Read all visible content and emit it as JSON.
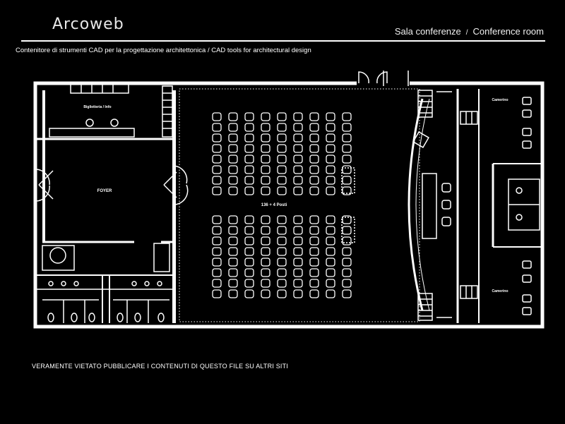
{
  "header": {
    "logo": "Arcoweb",
    "title_it": "Sala conferenze",
    "title_sep": "/",
    "title_en": "Conference room"
  },
  "subtitle": "Contenitore di strumenti CAD per la progettazione architettonica  /  CAD tools for architectural design",
  "plan": {
    "labels": {
      "ticket_office": "Biglietteria / Info",
      "foyer": "FOYER",
      "seats": "136 + 4 Posti",
      "dressing_room_top": "Camerino",
      "dressing_room_bottom": "Camerino"
    }
  },
  "footer": "VERAMENTE VIETATO PUBBLICARE I CONTENUTI DI QUESTO FILE SU ALTRI SITI"
}
